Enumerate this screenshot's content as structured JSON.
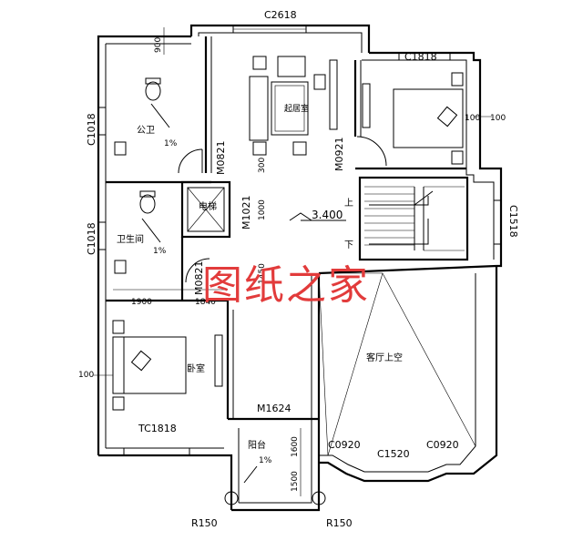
{
  "watermark": "图纸之家",
  "rooms": {
    "public_bath": "公卫",
    "bathroom": "卫生间",
    "elevator": "电梯",
    "bedroom_sw": "卧室",
    "living_void": "客厅上空",
    "balcony": "阳台",
    "corridor_room": "起居室"
  },
  "windows": {
    "top": "C2618",
    "top_right": "C1818",
    "left_upper": "C1018",
    "left_lower": "C1018",
    "right": "C1518",
    "bottom_left": "TC1818",
    "bay_left": "C0920",
    "bay_mid": "C1520",
    "bay_right": "C0920"
  },
  "doors": {
    "bath1": "M0821",
    "bath2": "M0821",
    "bedroom_ne": "M0921",
    "elevator": "M1021",
    "balcony": "M1624"
  },
  "dims": {
    "top_900": "900",
    "dim_300": "300",
    "dim_1000": "1000",
    "dim_1450": "1450",
    "dim_1900": "1900",
    "dim_1840": "1840",
    "dim_100_l": "100",
    "dim_100_r1": "100",
    "dim_100_r2": "100",
    "dim_1600": "1600",
    "dim_1500": "1500",
    "r_left": "R150",
    "r_right": "R150"
  },
  "slopes": {
    "bath1": "1%",
    "bath2": "1%",
    "balcony": "1%"
  },
  "elevation": "3.400",
  "stair": {
    "up": "上",
    "down": "下"
  }
}
